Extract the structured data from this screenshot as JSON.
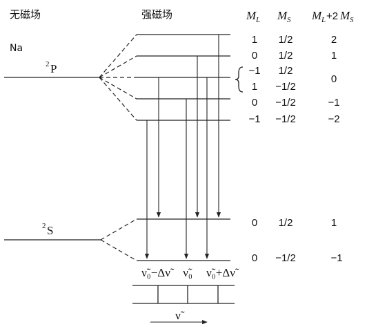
{
  "headers": {
    "no_field": "无磁场",
    "strong_field": "强磁场",
    "col_ml": "M",
    "col_ml_sub": "L",
    "col_ms": "M",
    "col_ms_sub": "S",
    "col_sum_a": "M",
    "col_sum_a_sub": "L",
    "col_sum_mid": "+2",
    "col_sum_b": "M",
    "col_sum_b_sub": "S"
  },
  "element": "Na",
  "upper_term": {
    "sup": "2",
    "letter": "P"
  },
  "lower_term": {
    "sup": "2",
    "letter": "S"
  },
  "upper_levels": [
    {
      "ml": "1",
      "ms": "1/2",
      "sum": "2"
    },
    {
      "ml": "0",
      "ms": "1/2",
      "sum": "1"
    },
    {
      "ml": "−1",
      "ms": "1/2",
      "sum": ""
    },
    {
      "ml": "1",
      "ms": "−1/2",
      "sum": ""
    },
    {
      "ml": "0",
      "ms": "−1/2",
      "sum": "−1"
    },
    {
      "ml": "−1",
      "ms": "−1/2",
      "sum": "−2"
    }
  ],
  "degenerate_sum": "0",
  "lower_levels": [
    {
      "ml": "0",
      "ms": "1/2",
      "sum": "1"
    },
    {
      "ml": "0",
      "ms": "−1/2",
      "sum": "−1"
    }
  ],
  "line_labels": {
    "left": "ν̃₀−Δν̃",
    "center": "ν̃₀",
    "right": "ν̃₀+Δν̃"
  },
  "axis_label": "ν̃"
}
